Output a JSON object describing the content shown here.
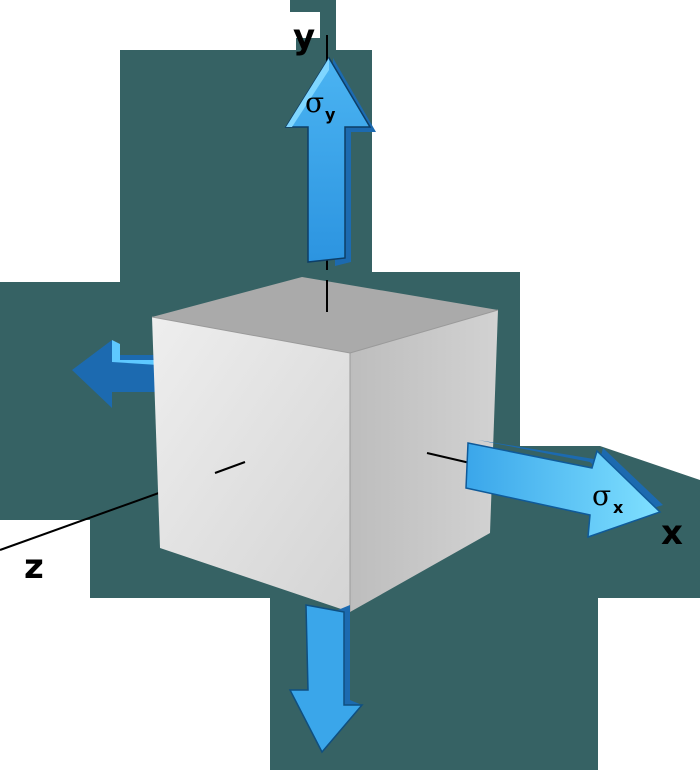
{
  "axes": {
    "x_label": "x",
    "y_label": "y",
    "z_label": "z"
  },
  "stress_labels": {
    "sigma_x": {
      "symbol": "σ",
      "subscript": "x"
    },
    "sigma_y": {
      "symbol": "σ",
      "subscript": "y"
    }
  },
  "colors": {
    "background": "#366264",
    "cube_front": "#e6e6e6",
    "cube_right": "#c8c8c8",
    "cube_top": "#aaaaaa",
    "arrow_main": "#3aa6ea",
    "arrow_light": "#6cd6ff",
    "arrow_dark": "#1c6ab0",
    "axis_line": "#000000"
  }
}
